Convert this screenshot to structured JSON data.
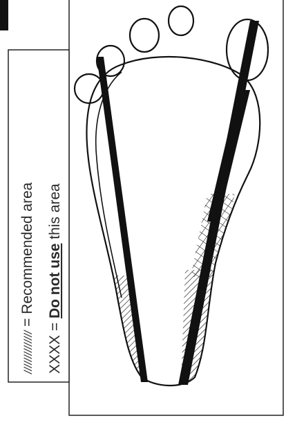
{
  "legend": {
    "recommended_symbol": "//////////////",
    "recommended_equals": " = ",
    "recommended_label": "Recommended area",
    "avoid_symbol": "XXXX",
    "avoid_equals": " = ",
    "avoid_emphasis": "Do not use",
    "avoid_rest": " this area"
  },
  "colors": {
    "ink": "#111111",
    "legend_text": "#2a2a2a",
    "frame": "#222222",
    "background": "#ffffff"
  }
}
